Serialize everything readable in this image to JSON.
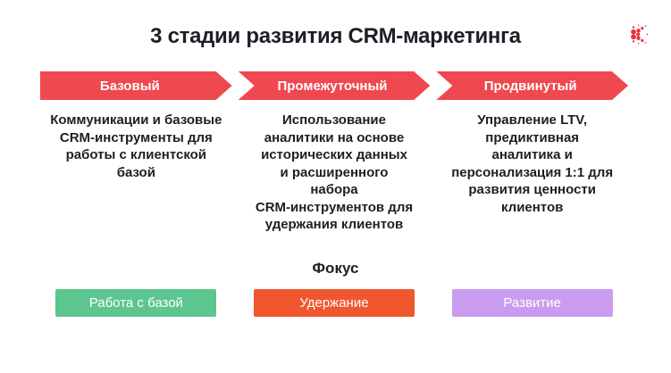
{
  "title": "3 стадии развития CRM-маркетинга",
  "logo": {
    "name": "dotted-k-logo",
    "color": "#e8313c"
  },
  "colors": {
    "arrow_red": "#f0484f",
    "text_dark": "#1e1e28",
    "focus_base": "#5cc68e",
    "focus_retention": "#f0572e",
    "focus_development": "#ca9cf0"
  },
  "focus_heading": "Фокус",
  "stages": [
    {
      "label": "Базовый",
      "description_lines": [
        "Коммуникации и базовые",
        "CRM-инструменты для",
        "работы с клиентской",
        "базой"
      ],
      "focus": "Работа с базой",
      "focus_color": "#5cc68e"
    },
    {
      "label": "Промежуточный",
      "description_lines": [
        "Использование",
        "аналитики на основе",
        "исторических данных",
        "и расширенного",
        "набора",
        "CRM-инструментов для",
        "удержания клиентов"
      ],
      "focus": "Удержание",
      "focus_color": "#f0572e"
    },
    {
      "label": "Продвинутый",
      "description_lines": [
        "Управление LTV,",
        "предиктивная",
        "аналитика и",
        "персонализация 1:1 для",
        "развития ценности",
        "клиентов"
      ],
      "focus": "Развитие",
      "focus_color": "#ca9cf0"
    }
  ]
}
